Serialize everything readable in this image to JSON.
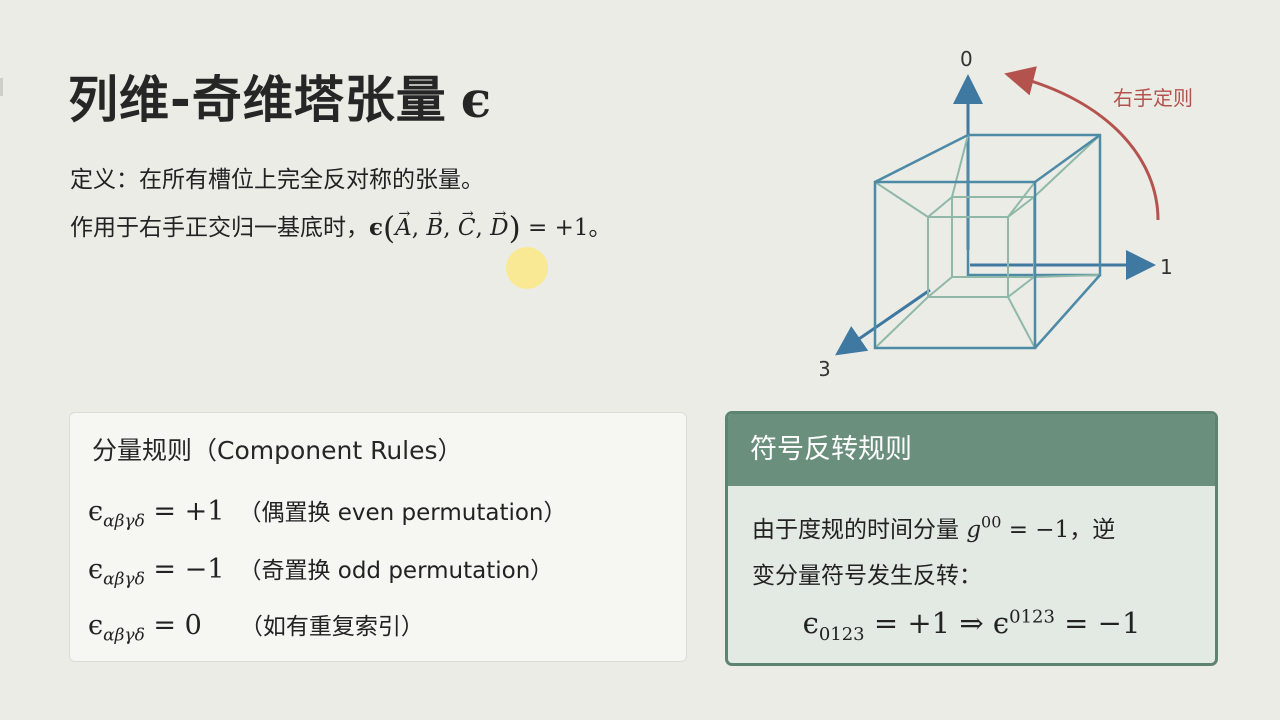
{
  "slide": {
    "title": "列维-奇维塔张量",
    "title_symbol": "ϵ",
    "definition_line1": "定义：在所有槽位上完全反对称的张量。",
    "definition_line2_prefix": "作用于右手正交归一基底时，",
    "definition_formula": {
      "symbol": "ϵ",
      "args": [
        "A",
        "B",
        "C",
        "D"
      ],
      "result": "= +1",
      "end_punct": "。"
    }
  },
  "diagram": {
    "axis_labels": [
      "0",
      "1",
      "3"
    ],
    "rotation_label": "右手定则",
    "colors": {
      "cube": "#4d8aa6",
      "inner": "#8fb8a8",
      "axis": "#3f78a0",
      "arrow": "#b4534e"
    }
  },
  "component_rules": {
    "heading": "分量规则（Component Rules）",
    "rules": [
      {
        "symbol": "ϵ",
        "indices": "αβγδ",
        "value": "= +1",
        "note": "（偶置换 even permutation）"
      },
      {
        "symbol": "ϵ",
        "indices": "αβγδ",
        "value": "= −1",
        "note": "（奇置换 odd permutation）"
      },
      {
        "symbol": "ϵ",
        "indices": "αβγδ",
        "value": "= 0",
        "note": "（如有重复索引）"
      }
    ]
  },
  "sign_flip": {
    "heading": "符号反转规则",
    "line1_prefix": "由于度规的时间分量",
    "metric_symbol": "g",
    "metric_sup": "00",
    "metric_value": "= −1",
    "line1_suffix": "，逆",
    "line2": "变分量符号发生反转：",
    "formula": {
      "lower_symbol": "ϵ",
      "lower_idx": "0123",
      "lower_value": "= +1",
      "arrow": "⇒",
      "upper_symbol": "ϵ",
      "upper_idx": "0123",
      "upper_value": "= −1"
    }
  },
  "colors": {
    "background": "#ecece7",
    "panel_header": "#6a8f7d",
    "panel_border": "#5d8470",
    "cursor": "#fbe98c"
  }
}
